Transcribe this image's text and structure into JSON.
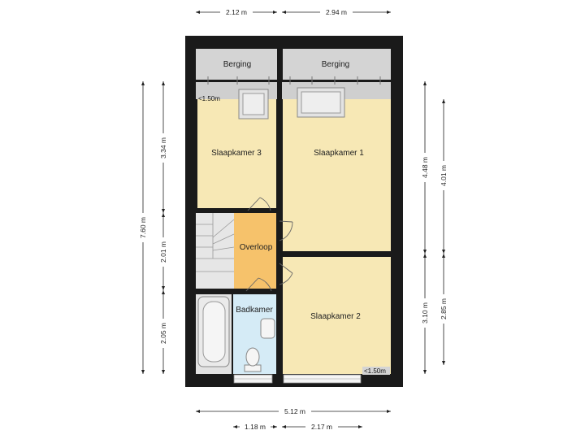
{
  "rooms": {
    "berging_left": "Berging",
    "berging_right": "Berging",
    "slaapkamer3": "Slaapkamer 3",
    "slaapkamer1": "Slaapkamer 1",
    "overloop": "Overloop",
    "badkamer": "Badkamer",
    "slaapkamer2": "Slaapkamer 2"
  },
  "notes": {
    "low_ceiling_top": "<1.50m",
    "low_ceiling_bottom": "<1.50m"
  },
  "dimensions": {
    "top_left": "2.12 m",
    "top_right": "2.94 m",
    "left_total": "7.60 m",
    "left_upper": "3.34 m",
    "left_middle": "2.01 m",
    "left_lower": "2.05 m",
    "right_upper_inner": "4.48 m",
    "right_upper_outer": "4.01 m",
    "right_lower_inner": "3.10 m",
    "right_lower_outer": "2.85 m",
    "bottom_total": "5.12 m",
    "bottom_left": "1.18 m",
    "bottom_right": "2.17 m"
  },
  "colors": {
    "wall": "#1a1a1a",
    "bedroom": "#f7e8b5",
    "landing": "#f6c26b",
    "bathroom": "#d5ebf6",
    "storage": "#d4d4d4",
    "stairs": "#e6e6e6"
  }
}
